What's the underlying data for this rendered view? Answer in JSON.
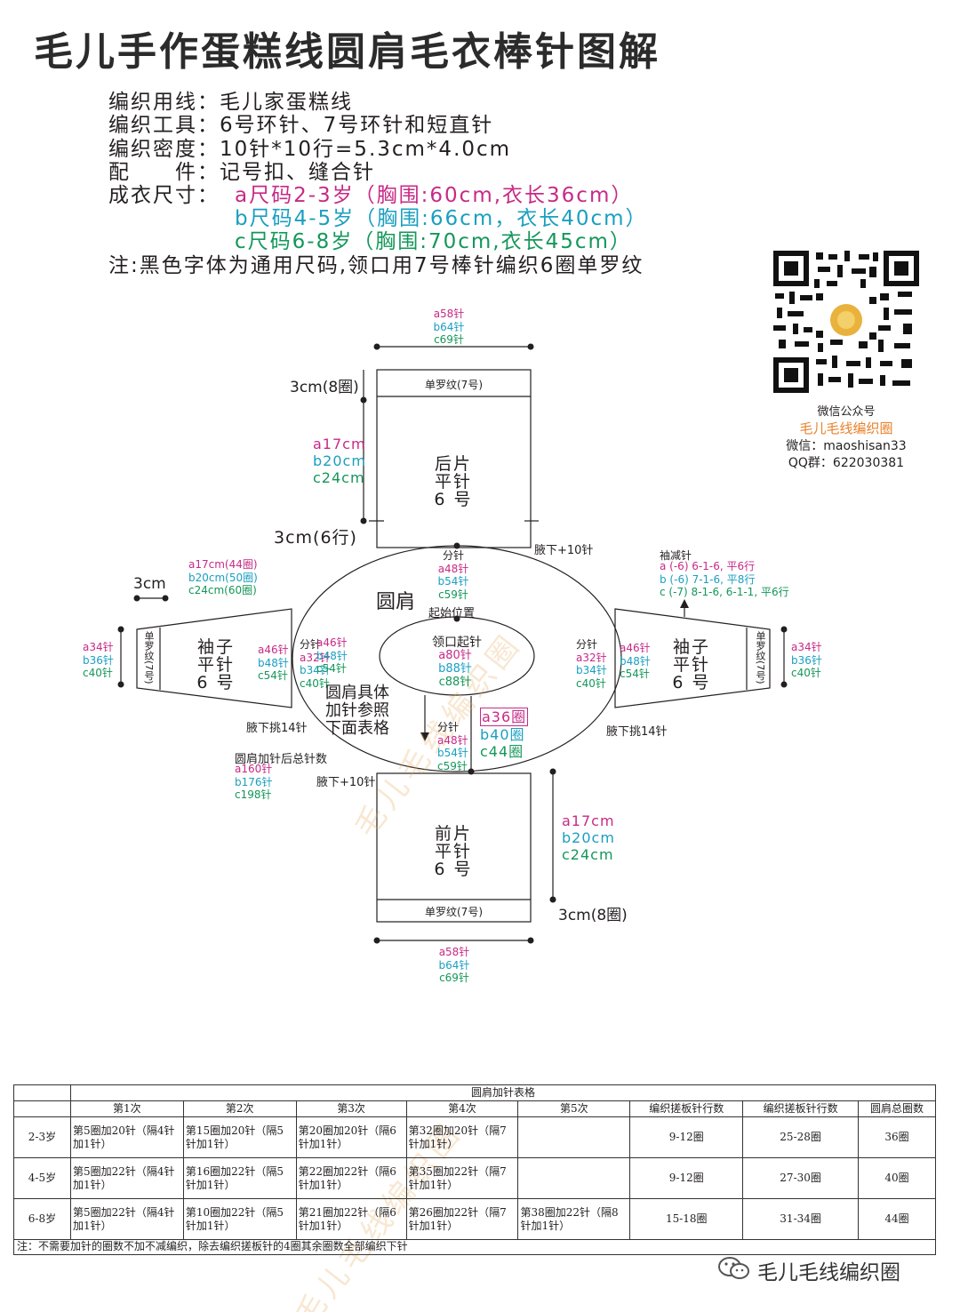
{
  "title": "毛儿手作蛋糕线圆肩毛衣棒针图解",
  "info": {
    "yarn": "编织用线：毛儿家蛋糕线",
    "tools": "编织工具：6号环针、7号环针和短直针",
    "density": "编织密度：10针*10行=5.3cm*4.0cm",
    "accessories": "配　　件：记号扣、缝合针",
    "size_label": "成衣尺寸：",
    "size_a": "a尺码2-3岁（胸围:60cm,衣长36cm）",
    "size_b": "b尺码4-5岁（胸围:66cm，衣长40cm）",
    "size_c": "c尺码6-8岁（胸围:70cm,衣长45cm）",
    "note": "注:黑色字体为通用尺码,领口用7号棒针编织6圈单罗纹"
  },
  "qr": {
    "caption1": "微信公众号",
    "caption2": "毛儿毛线编织圈",
    "wechat": "微信：maoshisan33",
    "qq": "QQ群：622030381"
  },
  "colors": {
    "a": "#c72a86",
    "b": "#1a9fc0",
    "c": "#14975a"
  },
  "back": {
    "top_a": "a58针",
    "top_b": "b64针",
    "top_c": "c69针",
    "rib": "单罗纹(7号)",
    "rib_height": "3cm(8圈)",
    "len_a": "a17cm",
    "len_b": "b20cm",
    "len_c": "c24cm",
    "name1": "后片",
    "name2": "平针",
    "name3": "6 号",
    "bottom_note": "3cm(6行)",
    "underarm": "腋下+10针"
  },
  "front": {
    "name1": "前片",
    "name2": "平针",
    "name3": "6 号",
    "rib": "单罗纹(7号)",
    "rib_height": "3cm(8圈)",
    "len_a": "a17cm",
    "len_b": "b20cm",
    "len_c": "c24cm",
    "bottom_a": "a58针",
    "bottom_b": "b64针",
    "bottom_c": "c69针",
    "underarm": "腋下+10针"
  },
  "yoke": {
    "name": "圆肩",
    "start": "起始位置",
    "neck_label": "领口起针",
    "neck_a": "a80针",
    "neck_b": "b88针",
    "neck_c": "c88针",
    "split_top": "分针",
    "split_top_a": "a48针",
    "split_top_b": "b54针",
    "split_top_c": "c59针",
    "split_bot": "分针",
    "split_bot_a": "a48针",
    "split_bot_b": "b54针",
    "split_bot_c": "c59针",
    "split_left": "分针",
    "split_left_a": "a32针",
    "split_left_b": "b34针",
    "split_left_c": "c40针",
    "split_right": "分针",
    "split_right_a": "a32针",
    "split_right_b": "b34针",
    "split_right_c": "c40针",
    "rounds_a": "a36圈",
    "rounds_b": "b40圈",
    "rounds_c": "c44圈",
    "ref1": "圆肩具体",
    "ref2": "加针参照",
    "ref3": "下面表格",
    "total_label": "圆肩加针后总针数",
    "total_a": "a160针",
    "total_b": "b176针",
    "total_c": "c198针"
  },
  "left_sleeve": {
    "cuff": "3cm",
    "len_a": "a17cm(44圈)",
    "len_b": "b20cm(50圈)",
    "len_c": "c24cm(60圈)",
    "end_a": "a34针",
    "end_b": "b36针",
    "end_c": "c40针",
    "top_a": "a46针",
    "top_b": "b48针",
    "top_c": "c54针",
    "rib": "单罗纹(7号)",
    "name1": "袖子",
    "name2": "平针",
    "name3": "6 号",
    "pickup": "腋下挑14针"
  },
  "right_sleeve": {
    "dec_title": "袖减针",
    "dec_a": "a (-6) 6-1-6, 平6行",
    "dec_b": "b (-6) 7-1-6, 平8行",
    "dec_c": "c (-7) 8-1-6, 6-1-1, 平6行",
    "top_a": "a46针",
    "top_b": "b48针",
    "top_c": "c54针",
    "end_a": "a34针",
    "end_b": "b36针",
    "end_c": "c40针",
    "rib": "单罗纹(7号)",
    "name1": "袖子",
    "name2": "平针",
    "name3": "6 号",
    "pickup": "腋下挑14针"
  },
  "table": {
    "caption": "圆肩加针表格",
    "headers": [
      "第1次",
      "第2次",
      "第3次",
      "第4次",
      "第5次",
      "编织搓板针行数",
      "编织搓板针行数",
      "圆肩总圈数"
    ],
    "rows": [
      {
        "size": "2-3岁",
        "cells": [
          "第5圈加20针（隔4针加1针）",
          "第15圈加20针（隔5针加1针）",
          "第20圈加20针（隔6针加1针）",
          "第32圈加20针（隔7针加1针）",
          "",
          "9-12圈",
          "25-28圈",
          "36圈"
        ]
      },
      {
        "size": "4-5岁",
        "cells": [
          "第5圈加22针（隔4针加1针）",
          "第16圈加22针（隔5针加1针）",
          "第22圈加22针（隔6针加1针）",
          "第35圈加22针（隔7针加1针）",
          "",
          "9-12圈",
          "27-30圈",
          "40圈"
        ]
      },
      {
        "size": "6-8岁",
        "cells": [
          "第5圈加22针（隔4针加1针）",
          "第10圈加22针（隔5针加1针）",
          "第21圈加22针（隔6针加1针）",
          "第26圈加22针（隔7针加1针）",
          "第38圈加22针（隔8针加1针）",
          "15-18圈",
          "31-34圈",
          "44圈"
        ]
      }
    ],
    "note": "注：不需要加针的圈数不加不减编织，除去编织搓板针的4圈其余圈数全部编织下针"
  },
  "watermark": "毛儿毛线编织圈",
  "footer": "毛儿毛线编织圈"
}
